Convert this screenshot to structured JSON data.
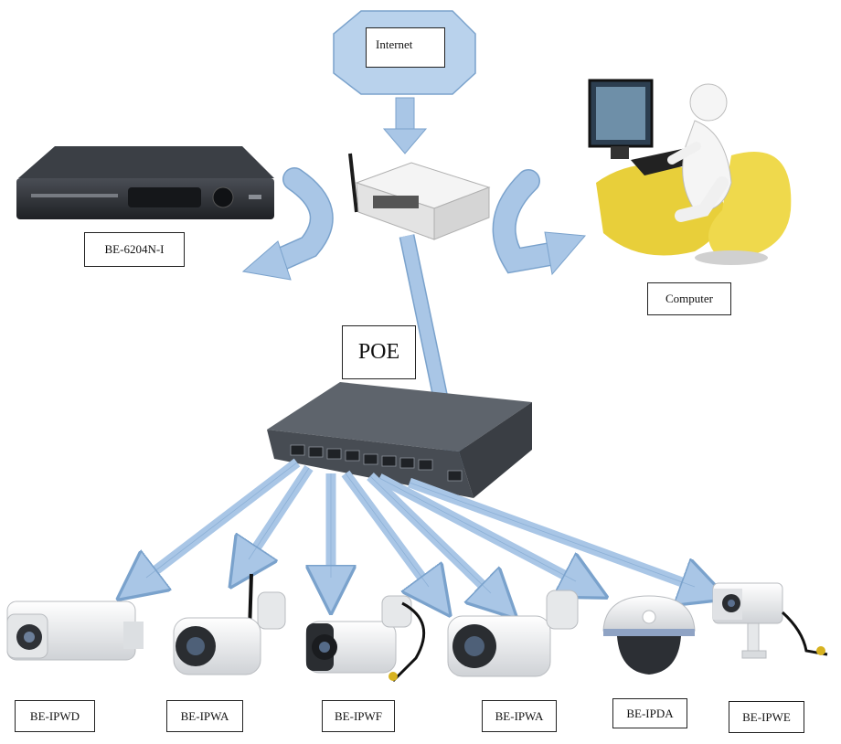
{
  "nodes": {
    "internet": "Internet",
    "nvr": "BE-6204N-I",
    "computer": "Computer",
    "poe": "POE"
  },
  "cameras": [
    "BE-IPWD",
    "BE-IPWA",
    "BE-IPWF",
    "BE-IPWA",
    "BE-IPDA",
    "BE-IPWE"
  ],
  "colors": {
    "arrow_fill": "#a9c6e6",
    "arrow_stroke": "#7aa2cc",
    "device_dark": "#2b2e33",
    "device_white": "#eeeeee",
    "desk_yellow": "#e8cf3a"
  },
  "icons": {
    "nvr": "dvr-recorder-icon",
    "router": "wifi-router-icon",
    "computer": "user-at-computer-icon",
    "switch": "poe-switch-icon",
    "camera": "ip-camera-icon"
  }
}
